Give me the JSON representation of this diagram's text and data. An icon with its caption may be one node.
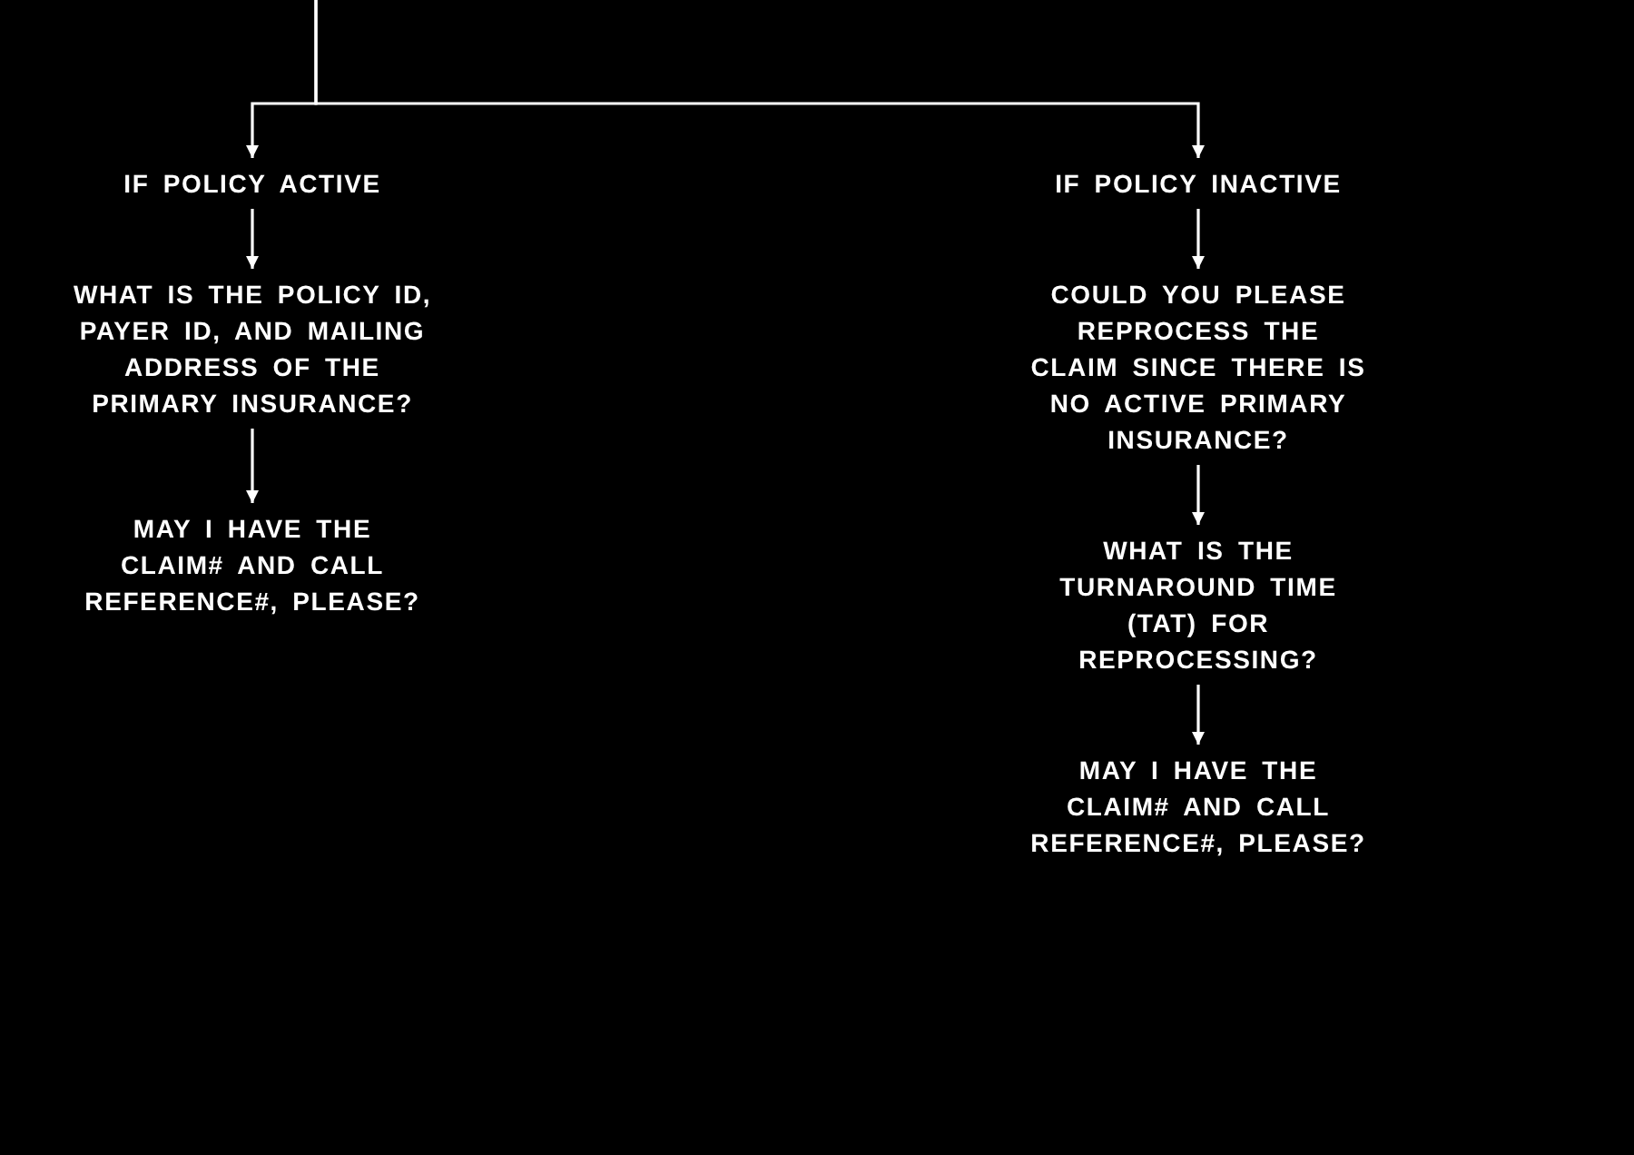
{
  "diagram": {
    "nodes": [
      {
        "text": [
          "IF POLICY ACTIVE"
        ]
      },
      {
        "text": [
          "WHAT IS THE POLICY ID, PAYER ID, AND MAILING ADDRESS OF THE PRIMARY INSURANCE?"
        ]
      },
      {
        "text": [
          "MAY I HAVE THE CLAIM# AND CALL REFERENCE#, PLEASE?"
        ]
      },
      {
        "text": [
          "IF POLICY INACTIVE"
        ]
      },
      {
        "text": [
          "COULD YOU PLEASE REPROCESS THE CLAIM SINCE THERE IS NO ACTIVE PRIMARY INSURANCE?"
        ]
      },
      {
        "text": [
          "WHAT IS THE TURNAROUND TIME (TAT) FOR REPROCESSING?"
        ]
      },
      {
        "text": [
          "MAY I HAVE THE CLAIM# AND CALL REFERENCE#, PLEASE?"
        ]
      }
    ],
    "edges": [
      {
        "from": null,
        "to": 0,
        "arrow": "to"
      },
      {
        "from": null,
        "to": 3,
        "arrow": "to"
      },
      {
        "from": 0,
        "to": 1,
        "arrow": "to"
      },
      {
        "from": 1,
        "to": 2,
        "arrow": "to"
      },
      {
        "from": 3,
        "to": 4,
        "arrow": "to"
      },
      {
        "from": 4,
        "to": 5,
        "arrow": "to"
      },
      {
        "from": 5,
        "to": 6,
        "arrow": "to"
      }
    ]
  }
}
